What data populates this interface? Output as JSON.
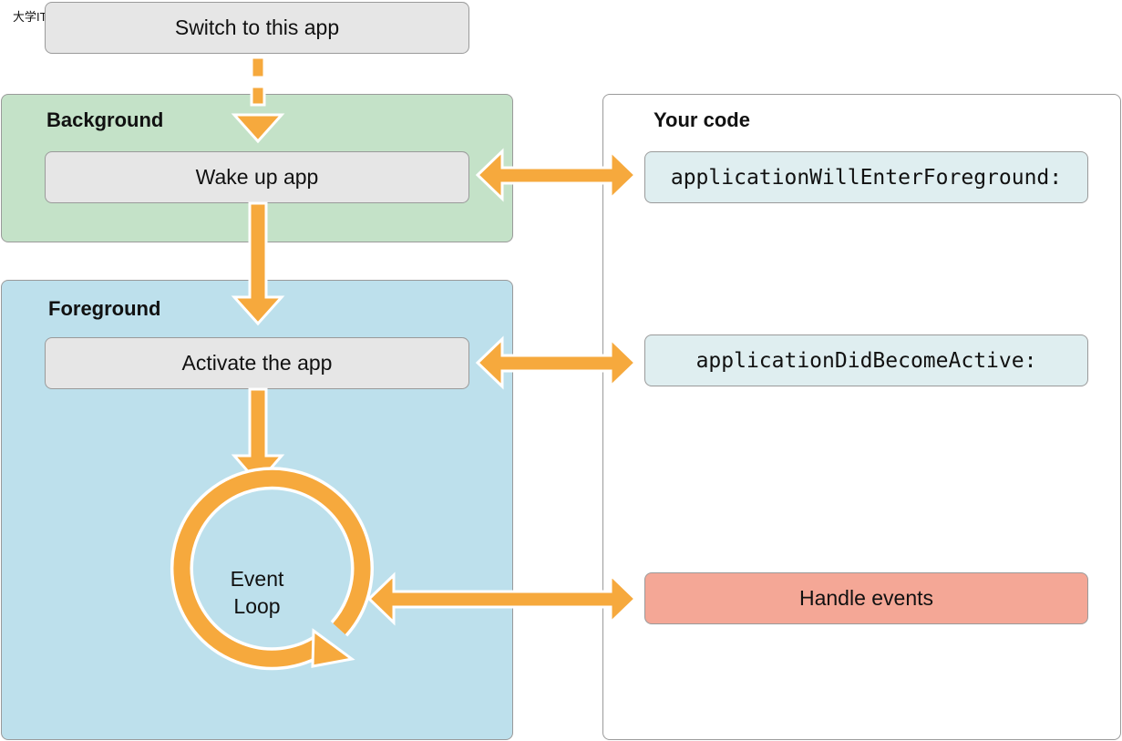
{
  "watermark": "大学IT网-www.daxueit.com",
  "top_box": {
    "label": "Switch to this app"
  },
  "background": {
    "title": "Background",
    "step": "Wake up app"
  },
  "foreground": {
    "title": "Foreground",
    "step": "Activate the app",
    "loop_line1": "Event",
    "loop_line2": "Loop"
  },
  "your_code": {
    "title": "Your code",
    "items": [
      "applicationWillEnterForeground:",
      "applicationDidBecomeActive:",
      "Handle events"
    ]
  },
  "colors": {
    "arrow": "#f6a93d",
    "background_region": "#c4e2c8",
    "foreground_region": "#bde0ec",
    "code_box": "#dfeef0",
    "handle_events_box": "#f4a796"
  }
}
